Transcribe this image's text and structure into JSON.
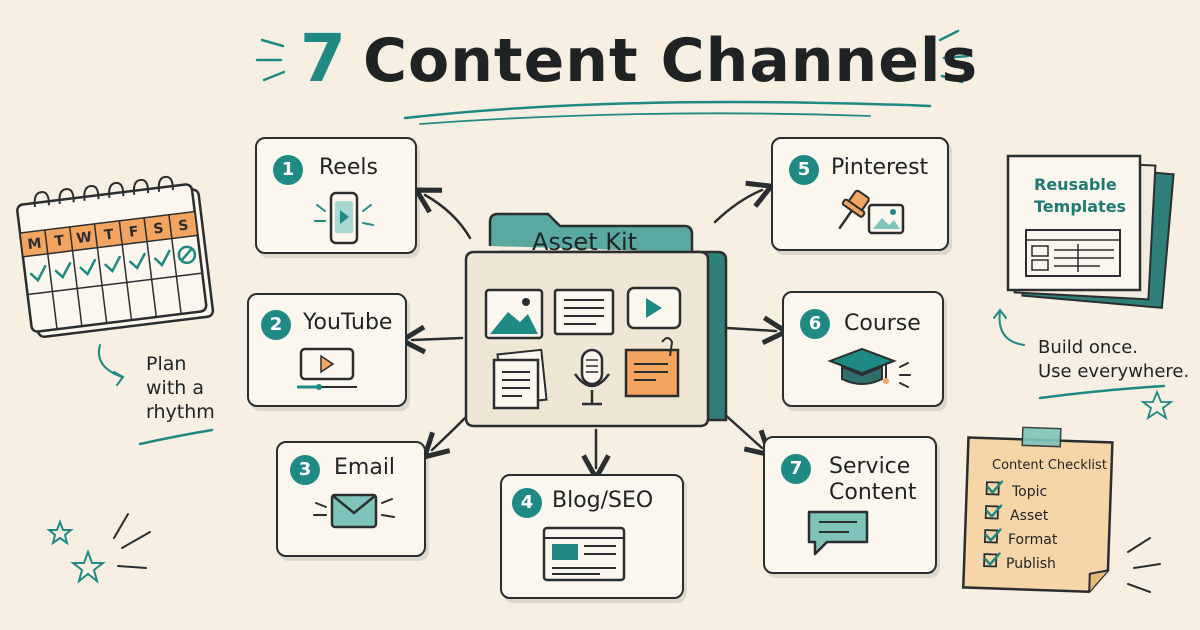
{
  "title": {
    "number": "7",
    "text": "Content Channels"
  },
  "asset_kit": {
    "label": "Asset Kit"
  },
  "channels": [
    {
      "number": "1",
      "label": "Reels",
      "icon": "phone-play-icon"
    },
    {
      "number": "2",
      "label": "YouTube",
      "icon": "video-player-icon"
    },
    {
      "number": "3",
      "label": "Email",
      "icon": "envelope-icon"
    },
    {
      "number": "4",
      "label": "Blog/SEO",
      "icon": "browser-page-icon"
    },
    {
      "number": "5",
      "label": "Pinterest",
      "icon": "pushpin-image-icon"
    },
    {
      "number": "6",
      "label": "Course",
      "icon": "graduation-cap-icon"
    },
    {
      "number": "7",
      "label_line1": "Service",
      "label_line2": "Content",
      "icon": "chat-bubble-icon"
    }
  ],
  "calendar": {
    "days": [
      "M",
      "T",
      "W",
      "T",
      "F",
      "S",
      "S"
    ]
  },
  "plan_note": {
    "line1": "Plan",
    "line2": "with a",
    "line3": "rhythm"
  },
  "templates": {
    "line1": "Reusable",
    "line2": "Templates"
  },
  "build_note": {
    "line1": "Build once.",
    "line2": "Use everywhere."
  },
  "checklist": {
    "title": "Content Checklist",
    "items": [
      "Topic",
      "Asset",
      "Format",
      "Publish"
    ]
  },
  "colors": {
    "teal": "#1f8a84",
    "orange": "#f3a45f",
    "background": "#f6efe2",
    "ink": "#2a2e2f"
  }
}
